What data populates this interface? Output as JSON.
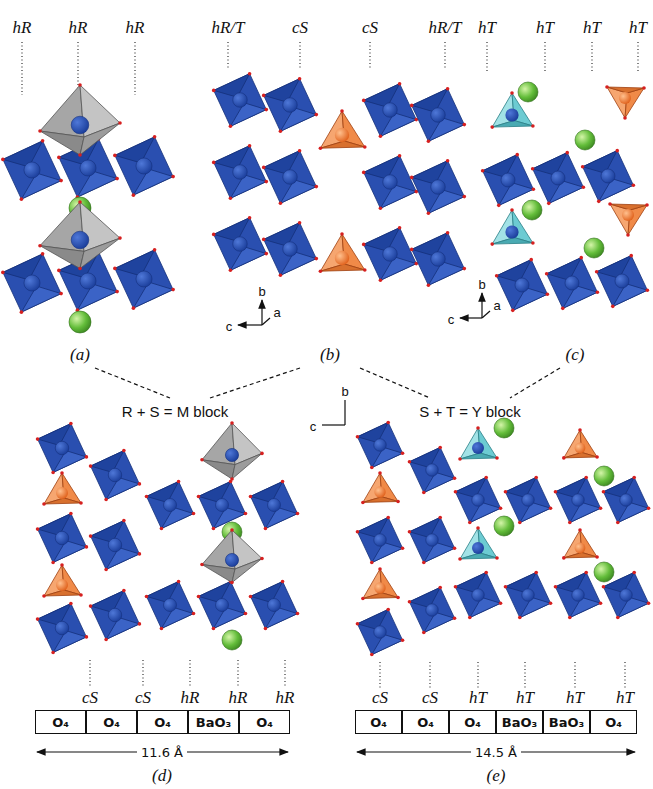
{
  "diagram": {
    "nodes": [
      {
        "text": [
          "O₄"
        ]
      },
      {
        "text": [
          "O₄"
        ]
      },
      {
        "text": [
          "O₄"
        ]
      },
      {
        "text": [
          "BaO₃"
        ]
      },
      {
        "text": [
          "O₄"
        ]
      },
      {
        "text": [
          "O₄"
        ]
      },
      {
        "text": [
          "O₄"
        ]
      },
      {
        "text": [
          "O₄"
        ]
      },
      {
        "text": [
          "BaO₃"
        ]
      },
      {
        "text": [
          "BaO₃"
        ]
      },
      {
        "text": [
          "O₄"
        ]
      }
    ],
    "labels": [
      "hR",
      "hR",
      "hR",
      "hR/T",
      "cS",
      "cS",
      "hR/T",
      "hT",
      "hT",
      "hT",
      "hT",
      "b",
      "c",
      "a",
      "b",
      "c",
      "a",
      "(a)",
      "(b)",
      "(c)",
      "R + S = M block",
      "S + T = Y block",
      "b",
      "c",
      "cS",
      "cS",
      "hR",
      "hR",
      "hR",
      "cS",
      "cS",
      "hT",
      "hT",
      "hT",
      "hT",
      "11.6 Å",
      "14.5 Å",
      "(d)",
      "(e)"
    ]
  }
}
